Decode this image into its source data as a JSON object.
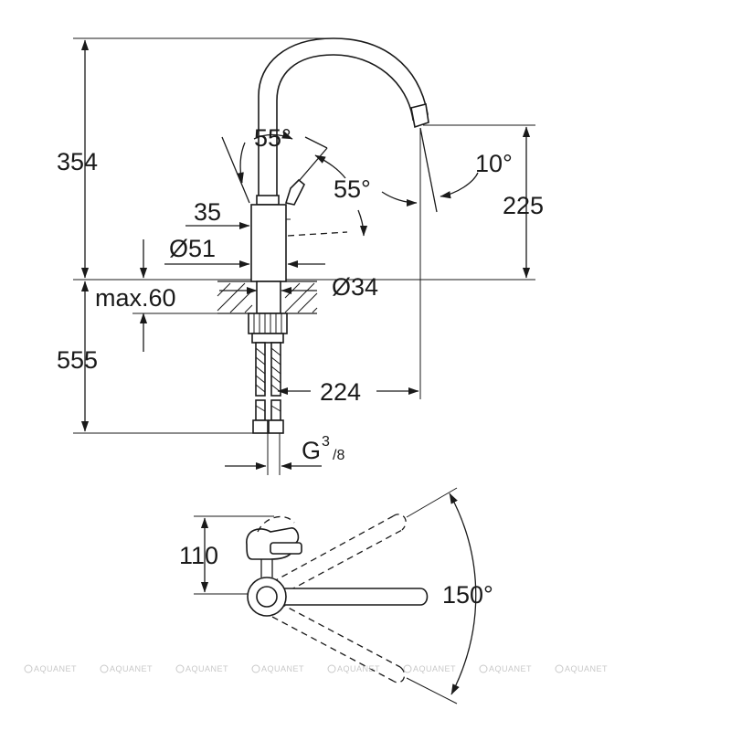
{
  "dimensions": {
    "height_total": "354",
    "spout_angle_left": "55°",
    "handle_angle": "55°",
    "spout_tilt": "10°",
    "spout_height": "225",
    "handle_offset": "35",
    "body_diameter": "Ø51",
    "hole_diameter": "Ø34",
    "max_deck_thickness": "max.60",
    "hose_length": "555",
    "reach": "224",
    "connection_thread": "G",
    "connection_numerator": "3",
    "connection_denominator": "/8",
    "top_view_depth": "110",
    "swivel_angle": "150°"
  },
  "watermarks": [
    "AQUANET",
    "AQUANET",
    "AQUANET",
    "AQUANET",
    "AQUANET",
    "AQUANET",
    "AQUANET",
    "AQUANET"
  ]
}
